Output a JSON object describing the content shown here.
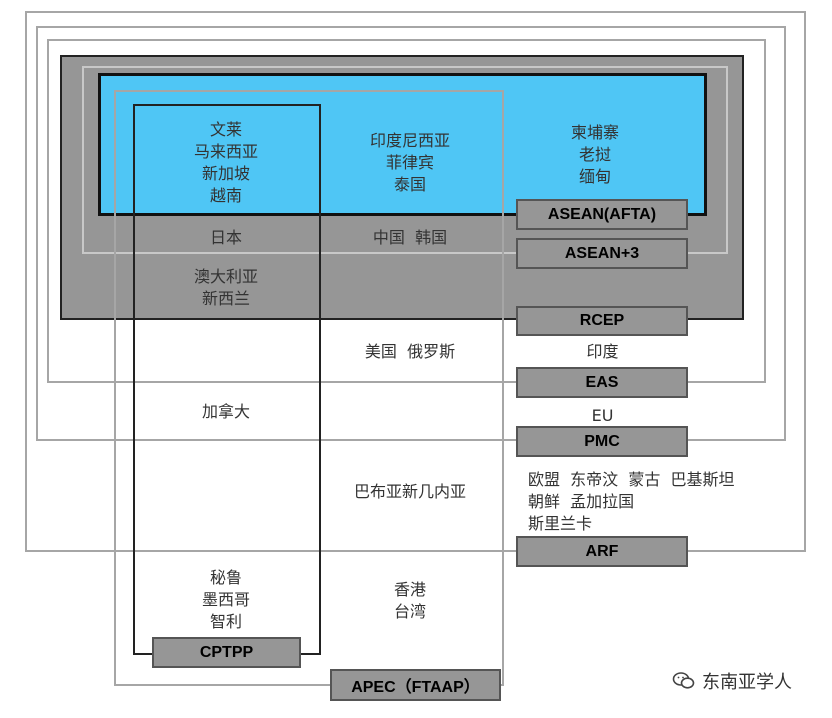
{
  "groups": {
    "asean_afta": "ASEAN(AFTA)",
    "asean_plus3": "ASEAN+3",
    "rcep": "RCEP",
    "eas": "EAS",
    "pmc": "PMC",
    "arf": "ARF",
    "cptpp": "CPTPP",
    "apec": "APEC（FTAAP）"
  },
  "countries": {
    "asean_cptpp": "文莱\n马来西亚\n新加坡\n越南",
    "asean_apec": "印度尼西亚\n菲律宾\n泰国",
    "asean_only": "柬埔寨\n老挝\n缅甸",
    "japan": "日本",
    "china_korea": "中国  韩国",
    "aus_nz": "澳大利亚\n新西兰",
    "us_russia": "美国  俄罗斯",
    "india": "印度",
    "canada": "加拿大",
    "eu": "EU",
    "png": "巴布亚新几内亚",
    "arf_others": "欧盟  东帝汶  蒙古  巴基斯坦\n朝鲜  孟加拉国\n斯里兰卡",
    "latam": "秘鲁\n墨西哥\n智利",
    "hk_tw": "香港\n台湾"
  },
  "watermark": "东南亚学人",
  "colors": {
    "asean_fill": "#4fc6f5",
    "rcep_fill": "#969696",
    "label_fill": "#969696",
    "outline": "#a6a6a6",
    "dark_outline": "#222222"
  }
}
